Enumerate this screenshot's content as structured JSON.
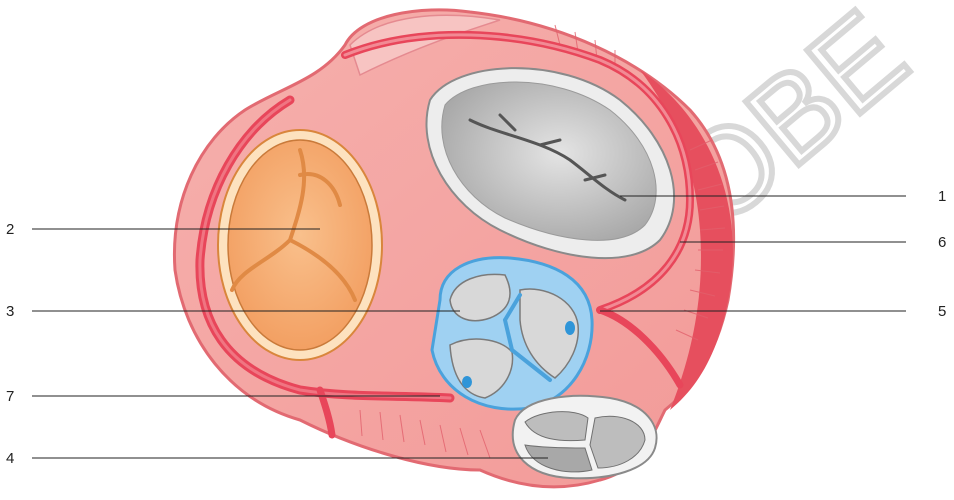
{
  "labels": {
    "l1": "1",
    "l2": "2",
    "l3": "3",
    "l4": "4",
    "l5": "5",
    "l6": "6",
    "l7": "7"
  },
  "watermark": "PROBE",
  "colors": {
    "myocardium": "#f4a6a4",
    "myocardium_dark": "#e8646c",
    "artery": "#e8465a",
    "tricuspid_valve": "#f7b47c",
    "tricuspid_rim": "#fde7c6",
    "mitral_valve": "#c9c9c9",
    "aortic_ring": "#8ec8ee",
    "aortic_cusp": "#d6d6d6",
    "pulmonary_valve": "#bdbdbd",
    "label_line": "#222222"
  }
}
